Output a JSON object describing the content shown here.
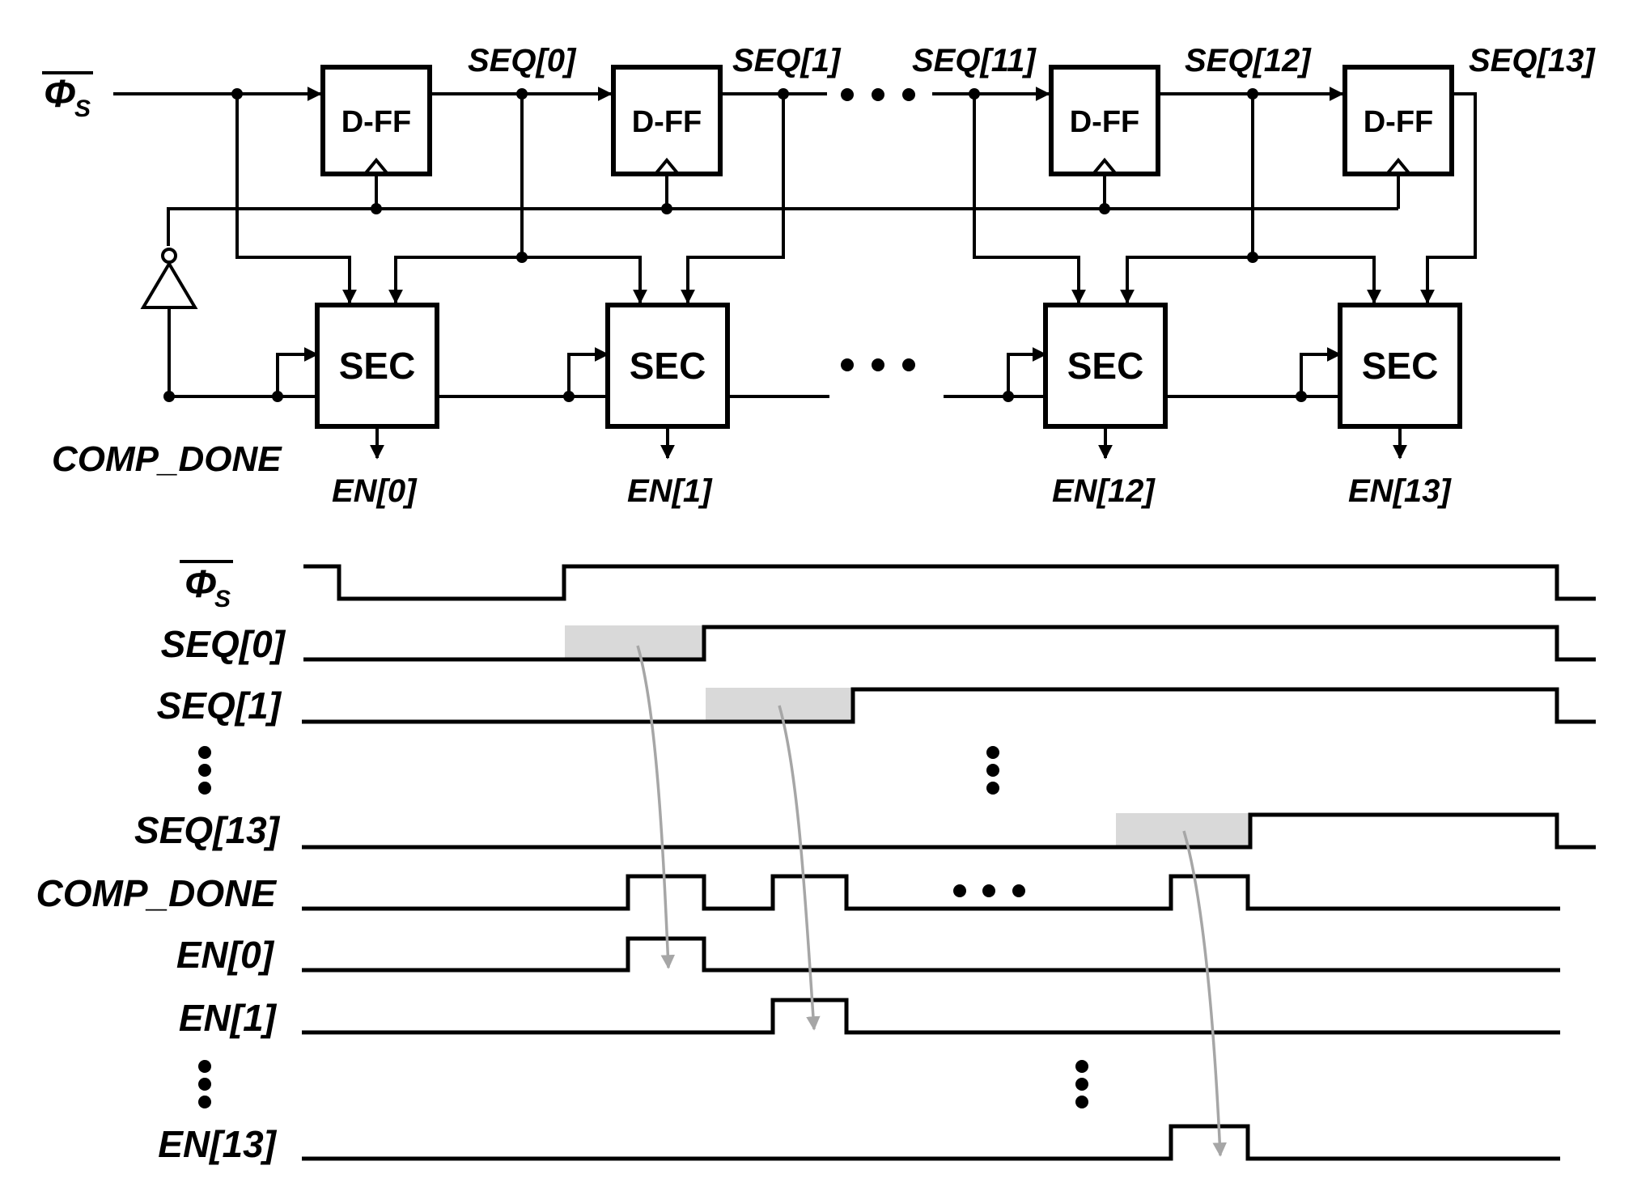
{
  "schematic": {
    "input_clock_label": "Φ",
    "input_clock_subscript": "S",
    "comp_done_label": "COMP_DONE",
    "dff_label": "D-FF",
    "sec_label": "SEC",
    "seq_labels": [
      "SEQ[0]",
      "SEQ[1]",
      "SEQ[11]",
      "SEQ[12]",
      "SEQ[13]"
    ],
    "en_labels": [
      "EN[0]",
      "EN[1]",
      "EN[12]",
      "EN[13]"
    ]
  },
  "timing": {
    "signals": [
      {
        "label": "Φ",
        "subscript": "S",
        "overbar": true
      },
      {
        "label": "SEQ[0]"
      },
      {
        "label": "SEQ[1]"
      },
      {
        "label": "SEQ[13]"
      },
      {
        "label": "COMP_DONE"
      },
      {
        "label": "EN[0]"
      },
      {
        "label": "EN[1]"
      },
      {
        "label": "EN[13]"
      }
    ]
  }
}
